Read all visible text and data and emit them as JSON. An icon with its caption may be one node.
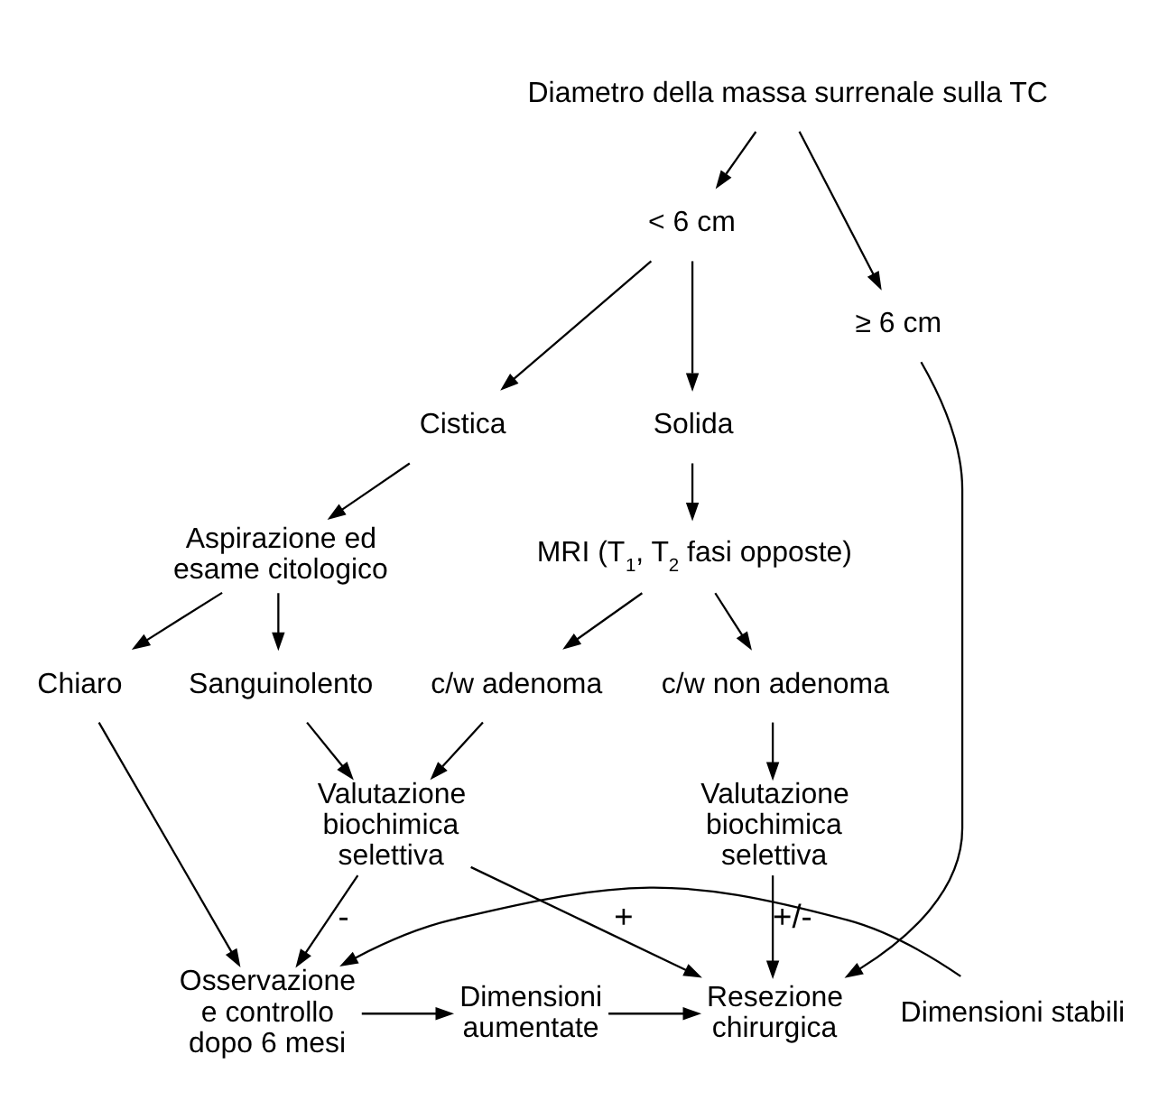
{
  "diagram": {
    "nodes": [
      {
        "text": [
          "Diametro della massa surrenale sulla TC"
        ]
      },
      {
        "text": [
          "< 6 cm"
        ]
      },
      {
        "text": [
          "≥ 6 cm"
        ]
      },
      {
        "text": [
          "Cistica"
        ]
      },
      {
        "text": [
          "Solida"
        ]
      },
      {
        "text": [
          "Aspirazione ed esame citologico"
        ]
      },
      {
        "text": [
          "MRI (T$_{1}$, T$_{2}$ fasi opposte)"
        ]
      },
      {
        "text": [
          "c/w adenoma"
        ]
      },
      {
        "text": [
          "c/w non adenoma"
        ]
      },
      {
        "text": [
          "Chiaro"
        ]
      },
      {
        "text": [
          "Sanguinolento"
        ]
      },
      {
        "text": [
          "Valutazione biochimica selettiva"
        ]
      },
      {
        "text": [
          "Valutazione biochimica selettiva"
        ]
      },
      {
        "text": [
          "Osservazione e controllo dopo 6 mesi"
        ]
      },
      {
        "text": [
          "Dimensioni aumentate"
        ]
      },
      {
        "text": [
          "Dimensioni stabili"
        ]
      },
      {
        "text": [
          "Resezione chirurgica"
        ]
      }
    ],
    "edges": [
      {
        "from": 0,
        "to": 1,
        "arrow": "to"
      },
      {
        "from": 0,
        "to": 2,
        "arrow": "to"
      },
      {
        "from": 1,
        "to": 3,
        "arrow": "to"
      },
      {
        "from": 1,
        "to": 4,
        "arrow": "to"
      },
      {
        "from": 3,
        "to": 5,
        "arrow": "to"
      },
      {
        "from": 4,
        "to": 6,
        "arrow": "to"
      },
      {
        "from": 6,
        "to": 7,
        "arrow": "to"
      },
      {
        "from": 6,
        "to": 8,
        "arrow": "to"
      },
      {
        "from": 5,
        "to": 9,
        "arrow": "to"
      },
      {
        "from": 5,
        "to": 10,
        "arrow": "to"
      },
      {
        "from": 7,
        "to": 11,
        "arrow": "to"
      },
      {
        "from": 8,
        "to": 12,
        "arrow": "to"
      },
      {
        "from": 10,
        "to": 11,
        "arrow": "to"
      },
      {
        "from": 9,
        "to": 13,
        "arrow": "to"
      },
      {
        "from": 11,
        "to": 13,
        "label": "-",
        "arrow": "to"
      },
      {
        "from": 11,
        "to": 16,
        "label": "+",
        "arrow": "to"
      },
      {
        "from": 12,
        "to": 16,
        "label": "+/-",
        "arrow": "to"
      },
      {
        "from": 2,
        "to": 16,
        "arrow": "to"
      },
      {
        "from": 13,
        "to": 14,
        "arrow": "to"
      },
      {
        "from": 14,
        "to": 16,
        "arrow": "to"
      },
      {
        "from": 15,
        "to": 13,
        "arrow": "to"
      }
    ]
  }
}
